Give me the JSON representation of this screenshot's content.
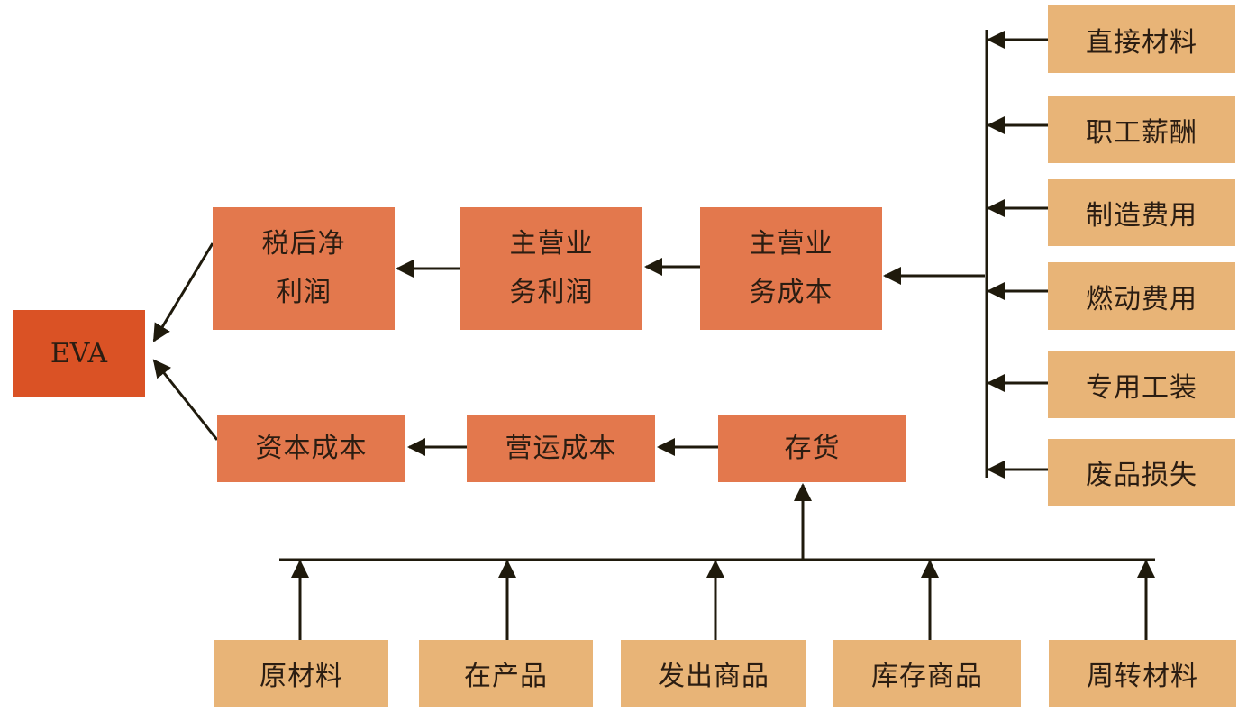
{
  "root": {
    "label": "EVA"
  },
  "main_row": [
    {
      "id": "net_profit",
      "label": "税后净\n利润"
    },
    {
      "id": "main_profit",
      "label": "主营业\n务利润"
    },
    {
      "id": "main_cost",
      "label": "主营业\n务成本"
    }
  ],
  "capital_row": [
    {
      "id": "capital_cost",
      "label": "资本成本"
    },
    {
      "id": "operating_cost",
      "label": "营运成本"
    },
    {
      "id": "inventory",
      "label": "存货"
    }
  ],
  "cost_items": [
    "直接材料",
    "职工薪酬",
    "制造费用",
    "燃动费用",
    "专用工装",
    "废品损失"
  ],
  "inventory_items": [
    "原材料",
    "在产品",
    "发出商品",
    "库存商品",
    "周转材料"
  ],
  "colors": {
    "root": "#da5225",
    "primary": "#e3784d",
    "secondary": "#e8b477",
    "line": "#1f1a0c"
  }
}
